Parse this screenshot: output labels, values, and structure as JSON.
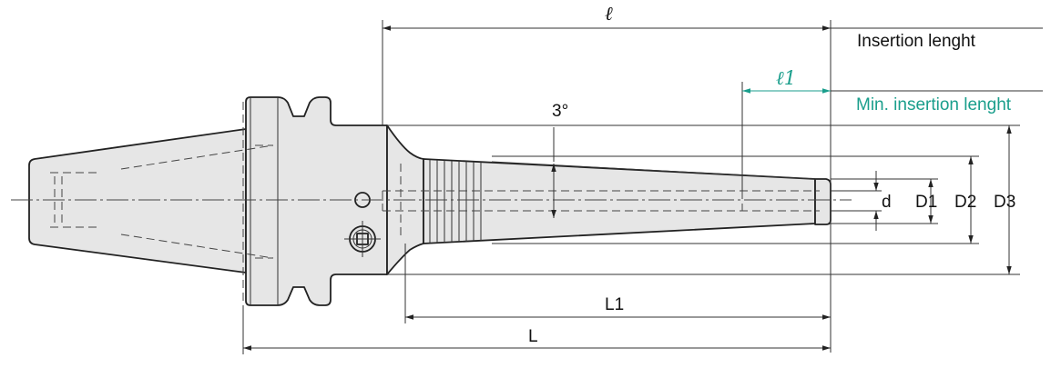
{
  "labels": {
    "l_symbol": "ℓ",
    "insertion_length": "Insertion lenght",
    "l1_symbol": "ℓ1",
    "min_insertion_length": "Min. insertion lenght",
    "taper_angle": "3°",
    "d": "d",
    "D1": "D1",
    "D2": "D2",
    "D3": "D3",
    "L1": "L1",
    "L": "L"
  },
  "colors": {
    "outline": "#222222",
    "body_fill": "#e6e6e6",
    "accent_teal": "#1a9e8c",
    "text": "#111111"
  }
}
